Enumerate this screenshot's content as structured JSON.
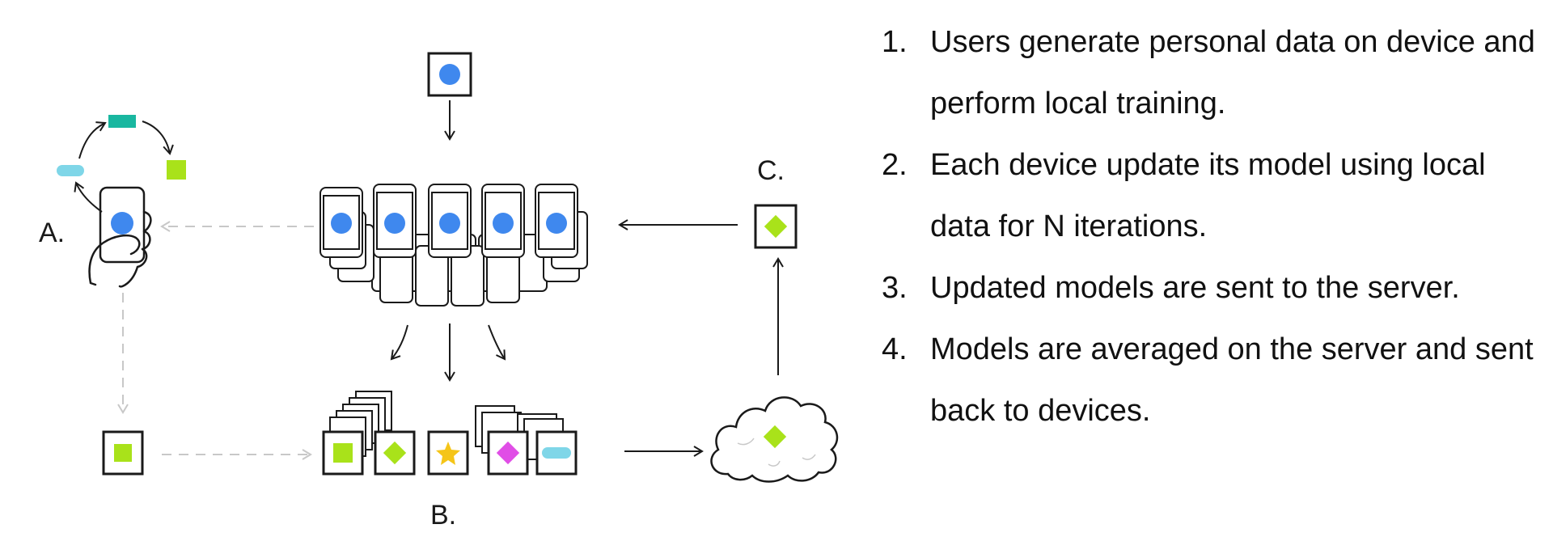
{
  "labels": {
    "a": "A.",
    "b": "B.",
    "c": "C."
  },
  "colors": {
    "blue": "#3f88ee",
    "teal": "#19b7a0",
    "lime": "#a9e21a",
    "cyan": "#7fd6e8",
    "yellow": "#f5c518",
    "magenta": "#e04ee6",
    "ink": "#1a1a1a",
    "dashed": "#c8c8c8"
  },
  "icons": [
    "phone-icon",
    "hand-icon",
    "cloud-icon",
    "model-square-icon",
    "diamond-icon",
    "star-icon",
    "pill-icon",
    "circle-icon"
  ],
  "steps": [
    {
      "num": "1.",
      "text": "Users generate personal data on device and perform local training."
    },
    {
      "num": "2.",
      "text": "Each device update its model using local data for N iterations."
    },
    {
      "num": "3.",
      "text": "Updated models are sent to the server."
    },
    {
      "num": "4.",
      "text": "Models are averaged on the server and sent back to devices."
    }
  ]
}
